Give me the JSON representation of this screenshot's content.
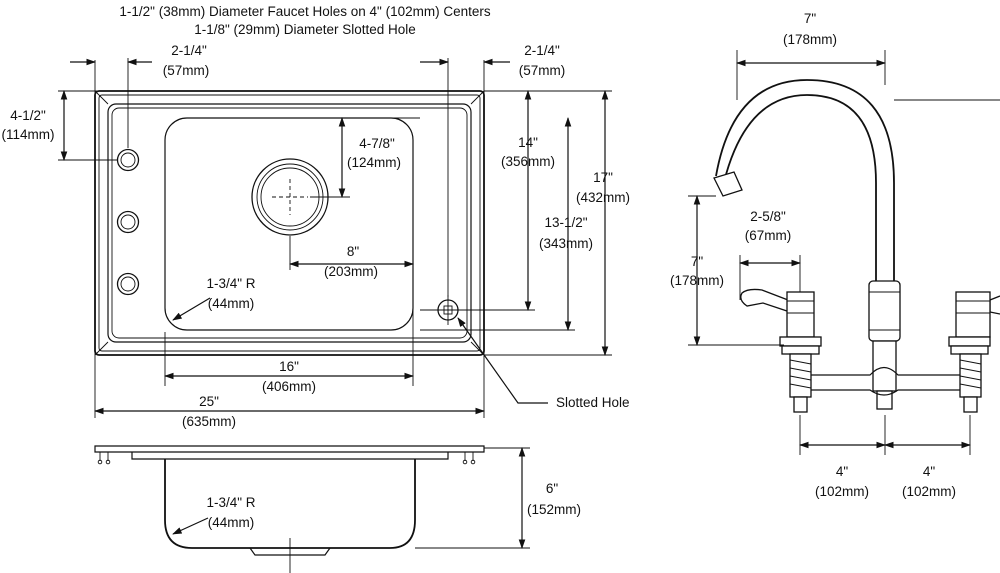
{
  "notes": {
    "line1": "1-1/2\" (38mm) Diameter Faucet Holes on 4\" (102mm) Centers",
    "line2": "1-1/8\" (29mm) Diameter Slotted Hole"
  },
  "top_view": {
    "left_hole_offset": {
      "in": "2-1/4\"",
      "mm": "(57mm)"
    },
    "right_hole_offset": {
      "in": "2-1/4\"",
      "mm": "(57mm)"
    },
    "top_hole_offset": {
      "in": "4-1/2\"",
      "mm": "(114mm)"
    },
    "drain_offset": {
      "in": "4-7/8\"",
      "mm": "(124mm)"
    },
    "drain_horizontal": {
      "in": "8\"",
      "mm": "(203mm)"
    },
    "bowl_depth_front": {
      "in": "14\"",
      "mm": "(356mm)"
    },
    "bowl_inner": {
      "in": "13-1/2\"",
      "mm": "(343mm)"
    },
    "overall_depth": {
      "in": "17\"",
      "mm": "(432mm)"
    },
    "corner_radius": {
      "in": "1-3/4\" R",
      "mm": "(44mm)"
    },
    "bowl_width": {
      "in": "16\"",
      "mm": "(406mm)"
    },
    "overall_width": {
      "in": "25\"",
      "mm": "(635mm)"
    },
    "slotted_hole_label": "Slotted Hole"
  },
  "side_view": {
    "bowl_height": {
      "in": "6\"",
      "mm": "(152mm)"
    },
    "corner_radius": {
      "in": "1-3/4\" R",
      "mm": "(44mm)"
    }
  },
  "faucet": {
    "spout_reach": {
      "in": "7\"",
      "mm": "(178mm)"
    },
    "spout_height": {
      "in": "7\"",
      "mm": "(178mm)"
    },
    "handle_width": {
      "in": "2-5/8\"",
      "mm": "(67mm)"
    },
    "center_left": {
      "in": "4\"",
      "mm": "(102mm)"
    },
    "center_right": {
      "in": "4\"",
      "mm": "(102mm)"
    }
  }
}
